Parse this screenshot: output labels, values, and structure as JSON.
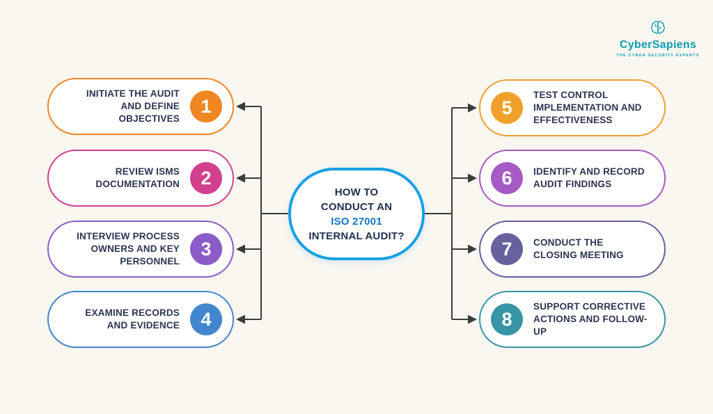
{
  "background": "#FAF7F1",
  "connector_color": "#3B3B3B",
  "logo": {
    "name": "CyberSapiens",
    "tagline": "THE CYBER SECURITY EXPERTS",
    "color": "#0E9CB0"
  },
  "center": {
    "line1": "HOW TO",
    "line2": "CONDUCT AN",
    "highlight": "ISO 27001",
    "line3": "INTERNAL AUDIT?",
    "border_color": "#18A0E4",
    "text_color": "#20304F",
    "highlight_color": "#1273C4"
  },
  "steps": [
    {
      "number": "1",
      "label": "INITIATE THE AUDIT AND DEFINE OBJECTIVES",
      "color": "#EF8722",
      "side": "left"
    },
    {
      "number": "2",
      "label": "REVIEW ISMS DOCUMENTATION",
      "color": "#D2408E",
      "side": "left"
    },
    {
      "number": "3",
      "label": "INTERVIEW PROCESS OWNERS AND KEY PERSONNEL",
      "color": "#8B5CC8",
      "side": "left"
    },
    {
      "number": "4",
      "label": "EXAMINE RECORDS AND EVIDENCE",
      "color": "#4287CE",
      "side": "left"
    },
    {
      "number": "5",
      "label": "TEST CONTROL IMPLEMENTATION AND EFFECTIVENESS",
      "color": "#F0A12C",
      "side": "right"
    },
    {
      "number": "6",
      "label": "IDENTIFY AND RECORD AUDIT FINDINGS",
      "color": "#A65BC4",
      "side": "right"
    },
    {
      "number": "7",
      "label": "CONDUCT THE CLOSING MEETING",
      "color": "#67619E",
      "side": "right"
    },
    {
      "number": "8",
      "label": "SUPPORT CORRECTIVE ACTIONS AND FOLLOW-UP",
      "color": "#3795A6",
      "side": "right"
    }
  ]
}
